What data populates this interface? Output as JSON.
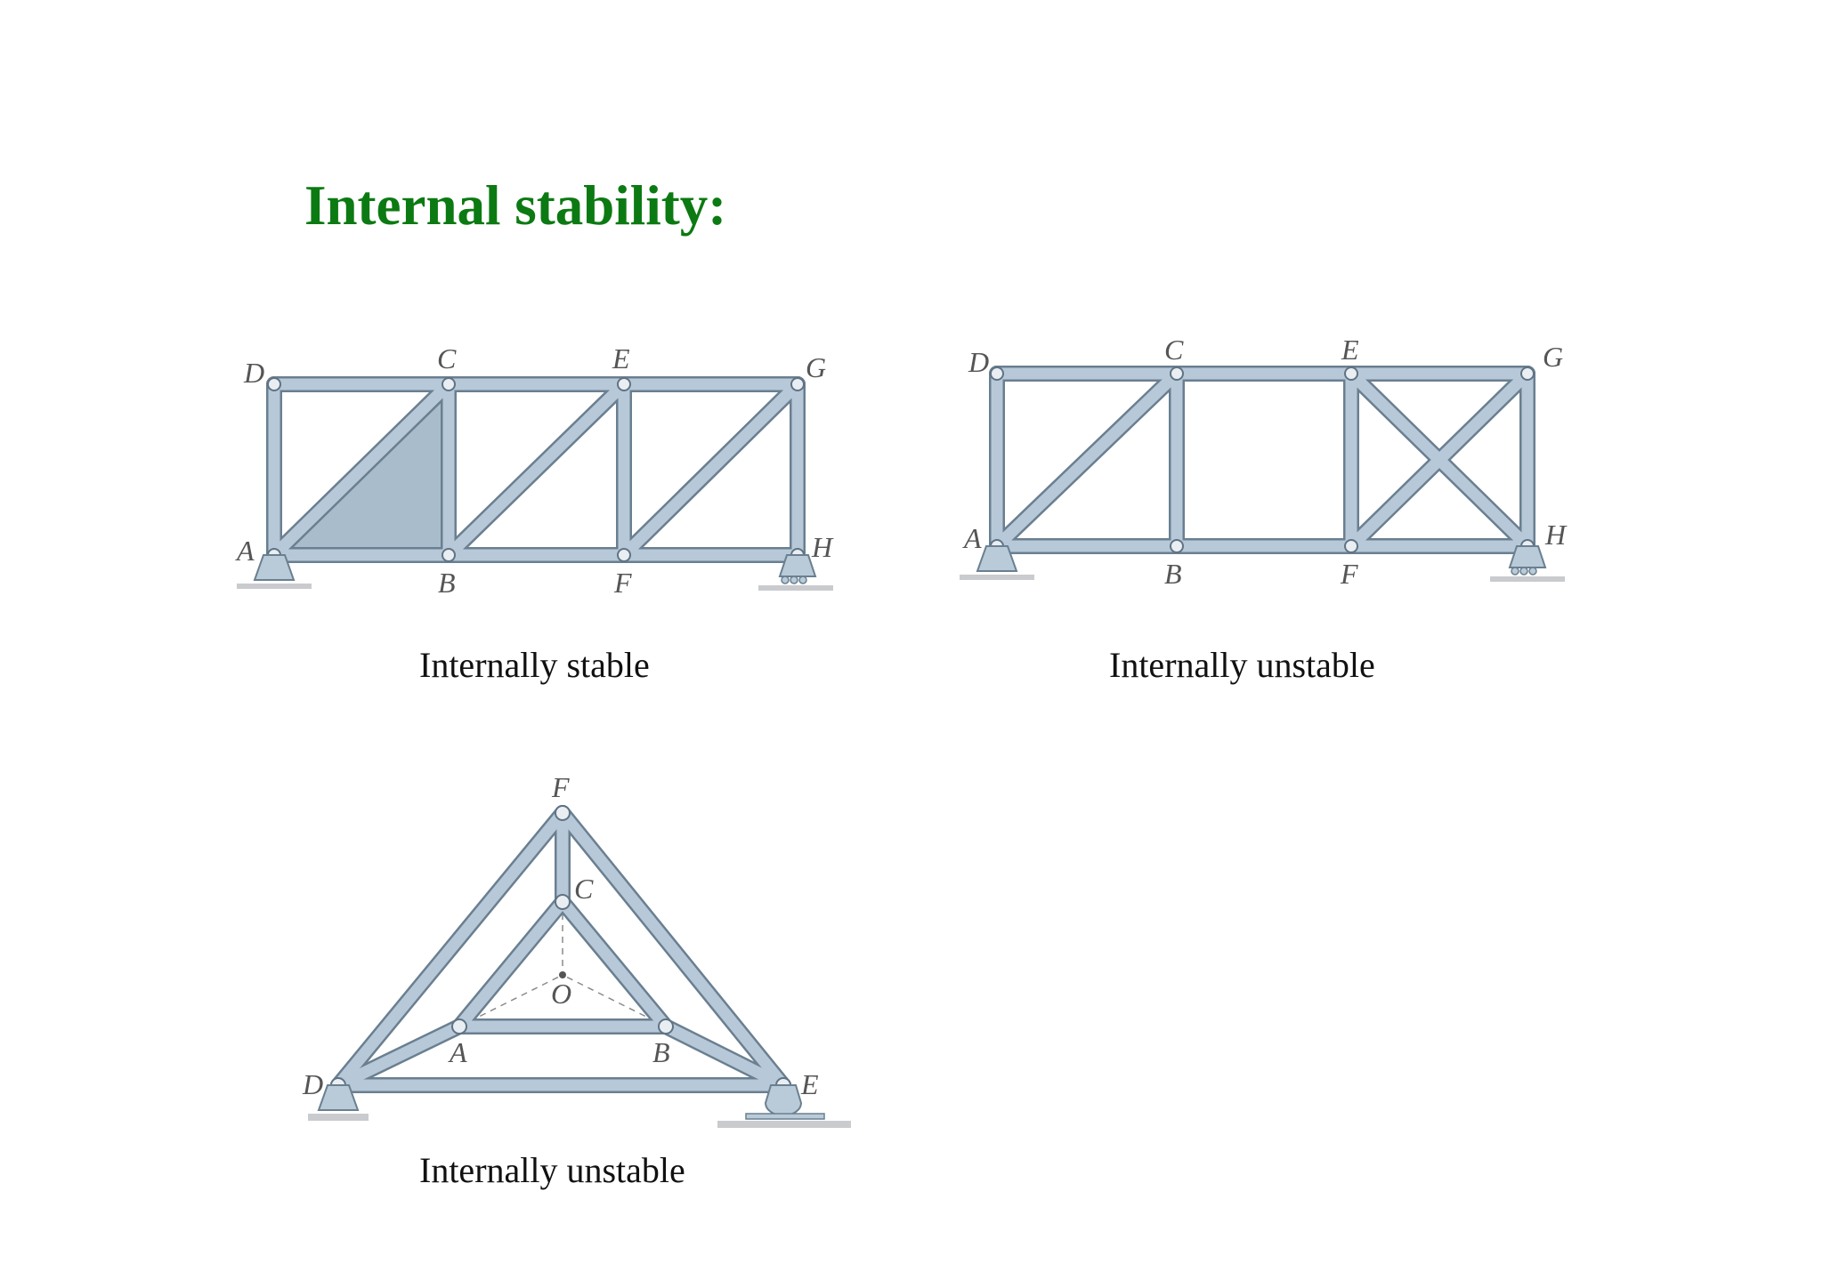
{
  "title": "Internal stability:",
  "colors": {
    "title": "#0c7a12",
    "member_fill": "#b7c9d8",
    "member_edge": "#6a7f90",
    "shaded_panel": "#a9bccc"
  },
  "figures": [
    {
      "caption": "Internally stable",
      "joint_labels": [
        "D",
        "C",
        "E",
        "G",
        "A",
        "B",
        "F",
        "H"
      ]
    },
    {
      "caption": "Internally unstable",
      "joint_labels": [
        "D",
        "C",
        "E",
        "G",
        "A",
        "B",
        "F",
        "H"
      ]
    },
    {
      "caption": "Internally unstable",
      "joint_labels": [
        "F",
        "C",
        "O",
        "A",
        "B",
        "D",
        "E"
      ]
    }
  ]
}
